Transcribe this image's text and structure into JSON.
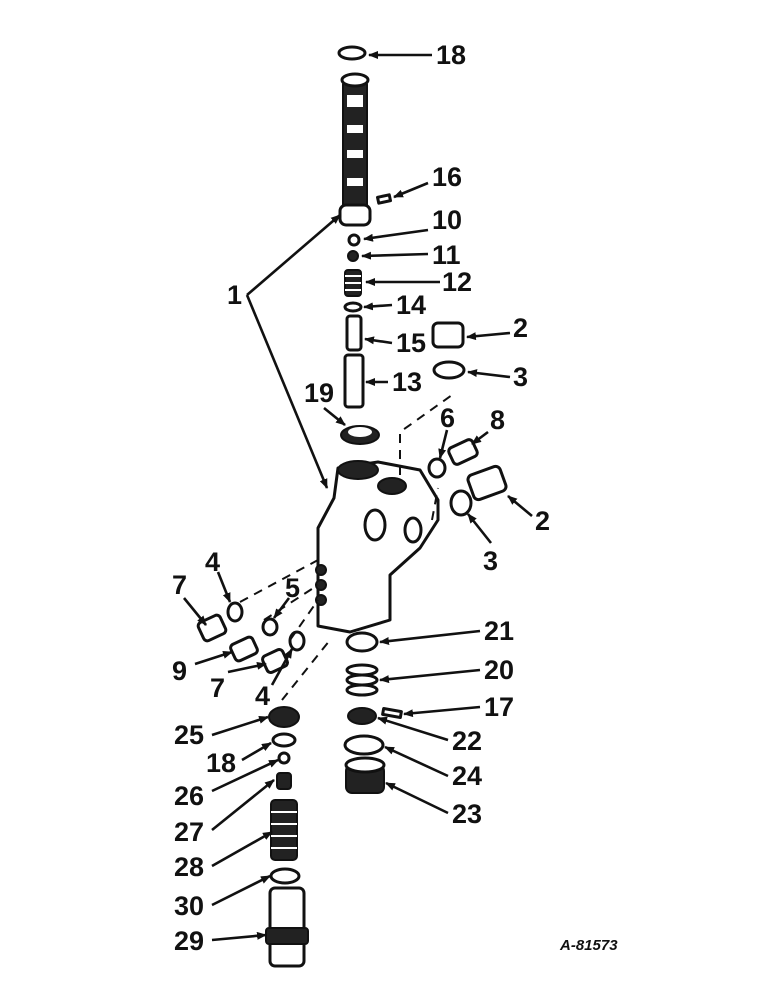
{
  "diagram": {
    "reference": "A-81573",
    "callouts": [
      "18",
      "16",
      "10",
      "11",
      "12",
      "14",
      "15",
      "13",
      "2",
      "3",
      "1",
      "19",
      "6",
      "8",
      "2",
      "3",
      "7",
      "4",
      "5",
      "9",
      "7",
      "4",
      "21",
      "20",
      "17",
      "25",
      "22",
      "18",
      "24",
      "26",
      "23",
      "27",
      "28",
      "30",
      "29"
    ]
  },
  "colors": {
    "ink": "#111111",
    "paper": "#ffffff"
  }
}
